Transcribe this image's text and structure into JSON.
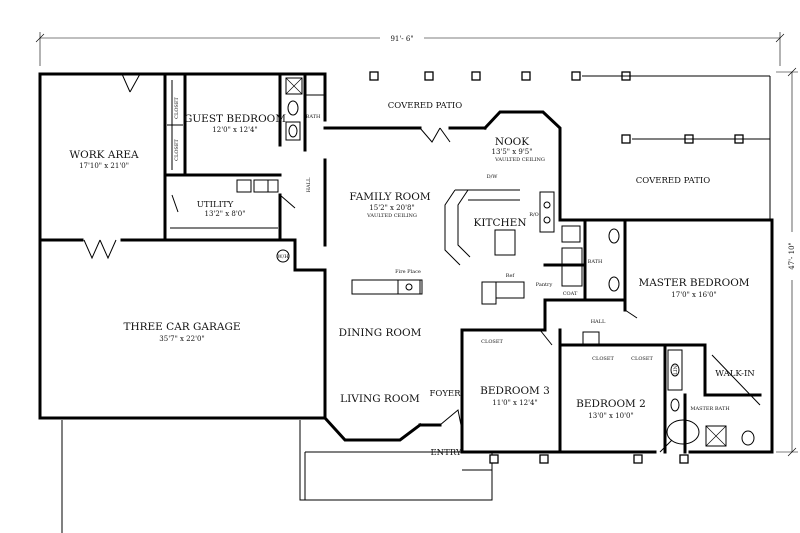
{
  "overall": {
    "width": "91'- 6\"",
    "depth": "47'- 10\""
  },
  "rooms": {
    "work_area": {
      "name": "WORK AREA",
      "size": "17'10\" x 21'0\""
    },
    "guest_bedroom": {
      "name": "GUEST BEDROOM",
      "size": "12'0\" x 12'4\""
    },
    "utility": {
      "name": "UTILITY",
      "size": "13'2\" x 8'0\""
    },
    "three_car_garage": {
      "name": "THREE CAR GARAGE",
      "size": "35'7\" x 22'0\""
    },
    "family_room": {
      "name": "FAMILY ROOM",
      "size": "15'2\" x 20'8\"",
      "note": "VAULTED CEILING"
    },
    "nook": {
      "name": "NOOK",
      "size": "13'5\" x 9'5\"",
      "note": "VAULTED CEILING"
    },
    "kitchen": {
      "name": "KITCHEN"
    },
    "master_bedroom": {
      "name": "MASTER BEDROOM",
      "size": "17'0\" x 16'0\""
    },
    "bedroom3": {
      "name": "BEDROOM 3",
      "size": "11'0\" x 12'4\""
    },
    "bedroom2": {
      "name": "BEDROOM 2",
      "size": "13'0\" x 10'0\""
    }
  },
  "labels": {
    "covered_patio_top": "COVERED PATIO",
    "covered_patio_right": "COVERED PATIO",
    "dining_room": "DINING ROOM",
    "living_room": "LIVING ROOM",
    "foyer": "FOYER",
    "entry": "ENTRY",
    "hall_left": "HALL",
    "hall_right": "HALL",
    "bath_guest": "BATH",
    "bath_hall": "BATH",
    "walk_in": "WALK-IN",
    "master_bath": "MASTER BATH",
    "closet_guest_1": "CLOSET",
    "closet_guest_2": "CLOSET",
    "closet_bed3": "CLOSET",
    "closet_bed2_1": "CLOSET",
    "closet_bed2_2": "CLOSET",
    "pantry": "Pantry",
    "coat": "COAT",
    "ref": "Ref",
    "dw": "D/W",
    "rw": "R/O",
    "fireplace": "Fire Place",
    "wh": "W/H",
    "lin": "LIN"
  }
}
